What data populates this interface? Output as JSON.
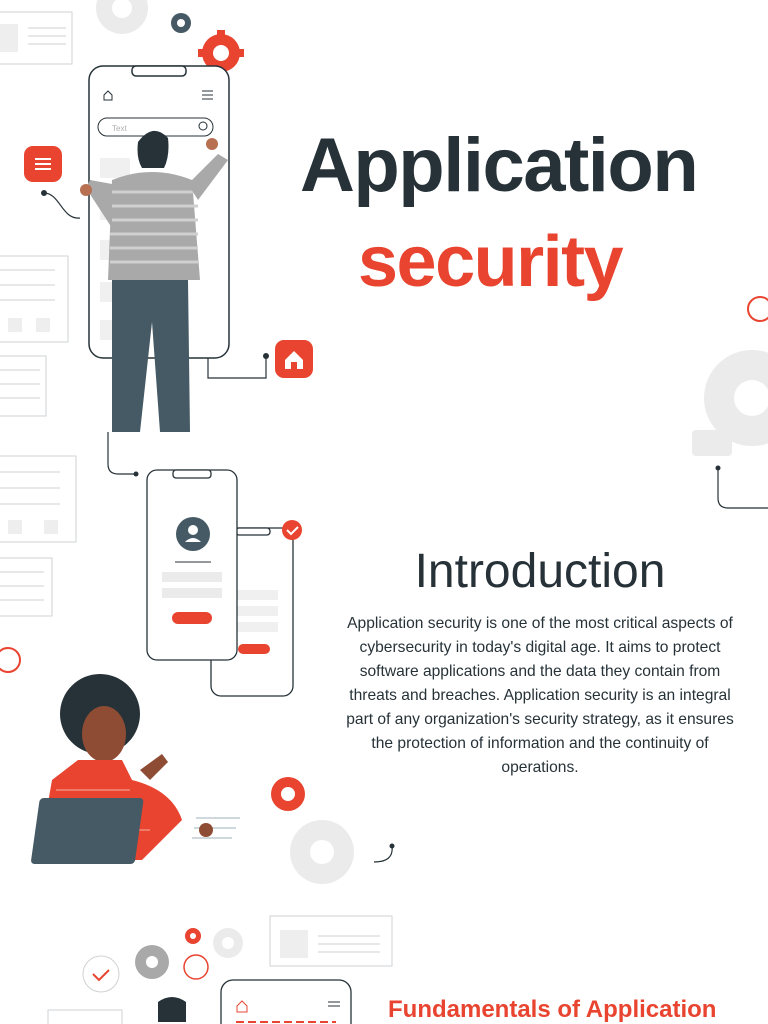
{
  "title": {
    "line1": "Application",
    "line2": "security"
  },
  "introduction": {
    "heading": "Introduction",
    "body": "Application security is one of the most critical aspects of cybersecurity in today's digital age. It aims to protect software applications and the data they contain from threats and breaches. Application security is an integral part of any organization's security strategy, as it ensures the protection of information and the continuity of operations."
  },
  "next_section": {
    "heading": "Fundamentals of Application"
  },
  "illustration": {
    "search_placeholder": "Text"
  },
  "colors": {
    "accent": "#e84430",
    "dark": "#263238",
    "line": "#cfd2d4",
    "gear_grey": "#ebebeb"
  }
}
